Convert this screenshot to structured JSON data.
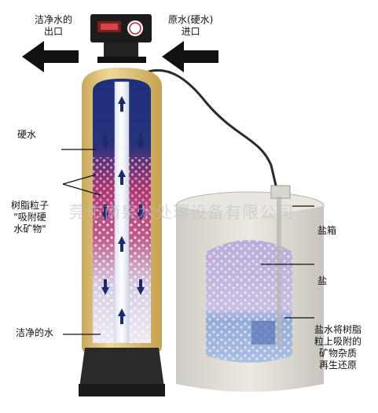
{
  "labels": {
    "outlet": [
      "洁净水的",
      "出口"
    ],
    "inlet": [
      "原水(硬水)",
      "进口"
    ],
    "hard_water": "硬水",
    "resin": [
      "树脂粒子",
      "\"吸附硬",
      "水矿物\""
    ],
    "clean_water": "洁净的水",
    "salt_box": "盐箱",
    "salt": "盐",
    "brine": [
      "盐水将树脂",
      "粒上吸附的",
      "矿物杂质",
      "再生还原"
    ]
  },
  "watermark": "莞市南泉水处理设备有限公司",
  "colors": {
    "tank_shell": "#e4c97a",
    "tank_inner_top": "#1e2f7a",
    "tank_inner_mid": "#a8386e",
    "tank_base": "#2a2a2a",
    "brine_tank": "#e2dfd6",
    "salt_fill": "#b8a8d8",
    "brine_water": "#8fa9d8",
    "arrow": "#111111"
  },
  "icons": [
    "arrow-left-icon",
    "flow-up-arrow-icon",
    "flow-down-arrow-icon"
  ]
}
